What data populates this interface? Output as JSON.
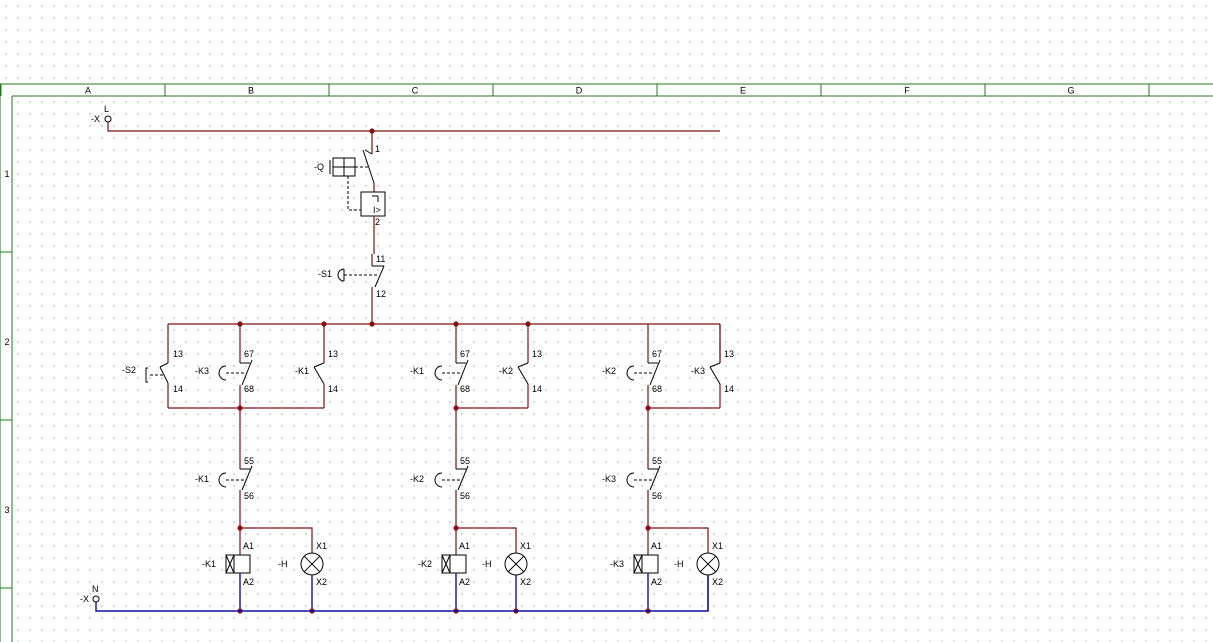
{
  "sheet": {
    "columns": [
      "A",
      "B",
      "C",
      "D",
      "E",
      "F",
      "G"
    ],
    "rows": [
      "1",
      "2",
      "3"
    ]
  },
  "supply": {
    "line_terminal": {
      "tag": "-X",
      "name": "L"
    },
    "neutral_terminal": {
      "tag": "-X",
      "name": "N"
    }
  },
  "breaker": {
    "tag": "-Q",
    "pin_top": "1",
    "pin_bottom": "2",
    "trip_symbol": "I>"
  },
  "stop_button": {
    "tag": "-S1",
    "pin_top": "11",
    "pin_bottom": "12"
  },
  "start_button": {
    "tag": "-S2",
    "pin_top": "13",
    "pin_bottom": "14"
  },
  "branches": [
    {
      "nc_a": {
        "tag": "-K3",
        "pin_top": "67",
        "pin_bottom": "68"
      },
      "no": {
        "tag": "-K1",
        "pin_top": "13",
        "pin_bottom": "14"
      },
      "nc_b": {
        "tag": "-K1",
        "pin_top": "55",
        "pin_bottom": "56"
      },
      "coil": {
        "tag": "-K1",
        "pin_top": "A1",
        "pin_bottom": "A2"
      },
      "lamp": {
        "tag": "-H",
        "pin_top": "X1",
        "pin_bottom": "X2"
      }
    },
    {
      "nc_a": {
        "tag": "-K1",
        "pin_top": "67",
        "pin_bottom": "68"
      },
      "no": {
        "tag": "-K2",
        "pin_top": "13",
        "pin_bottom": "14"
      },
      "nc_b": {
        "tag": "-K2",
        "pin_top": "55",
        "pin_bottom": "56"
      },
      "coil": {
        "tag": "-K2",
        "pin_top": "A1",
        "pin_bottom": "A2"
      },
      "lamp": {
        "tag": "-H",
        "pin_top": "X1",
        "pin_bottom": "X2"
      }
    },
    {
      "nc_a": {
        "tag": "-K2",
        "pin_top": "67",
        "pin_bottom": "68"
      },
      "no": {
        "tag": "-K3",
        "pin_top": "13",
        "pin_bottom": "14"
      },
      "nc_b": {
        "tag": "-K3",
        "pin_top": "55",
        "pin_bottom": "56"
      },
      "coil": {
        "tag": "-K3",
        "pin_top": "A1",
        "pin_bottom": "A2"
      },
      "lamp": {
        "tag": "-H",
        "pin_top": "X1",
        "pin_bottom": "X2"
      }
    }
  ],
  "colors": {
    "grid_dot": "#9aa0a6",
    "frame": "#207a20",
    "wire": "#7a1010",
    "neutral": "#1010a0",
    "node": "#8b1010"
  }
}
